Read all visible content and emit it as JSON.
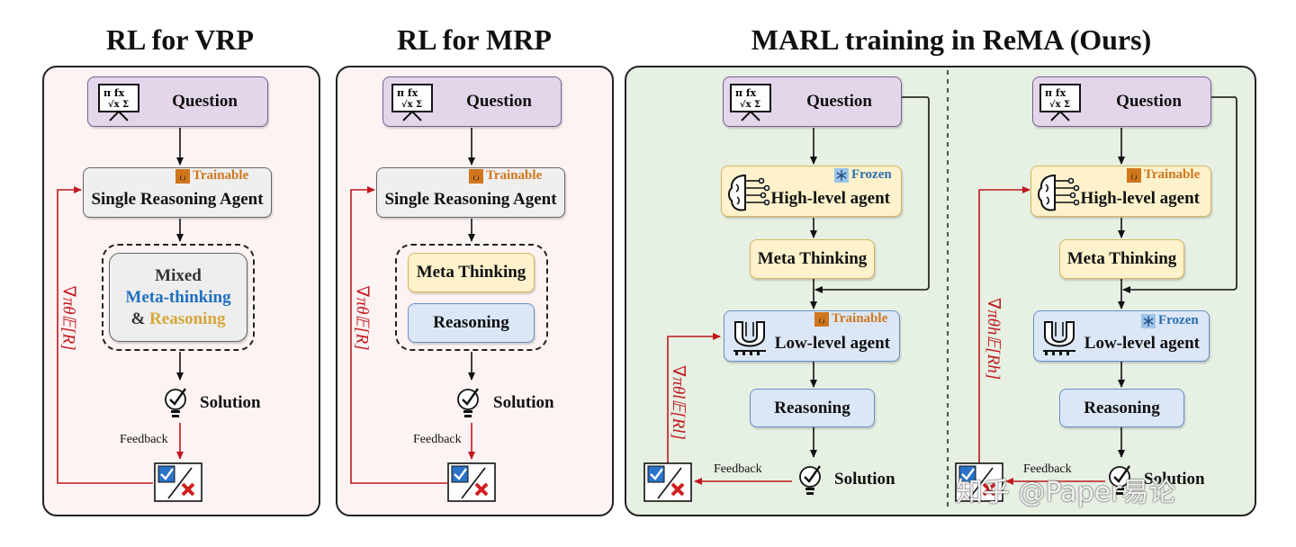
{
  "titles": {
    "vrp": "RL for VRP",
    "mrp": "RL for MRP",
    "rema": "MARL training in ReMA (Ours)"
  },
  "common": {
    "question": "Question",
    "single_agent": "Single Reasoning Agent",
    "solution": "Solution",
    "feedback": "Feedback",
    "trainable": "Trainable",
    "frozen": "Frozen",
    "meta_thinking": "Meta Thinking",
    "reasoning": "Reasoning",
    "high_level": "High-level agent",
    "low_level": "Low-level agent"
  },
  "vrp": {
    "mixed_1": "Mixed",
    "mixed_2": "Meta-thinking",
    "mixed_3a": "& ",
    "mixed_3b": "Reasoning"
  },
  "grads": {
    "vrp": "∇πθ𝔼[R]",
    "mrp": "∇πθ𝔼[R]",
    "rema_left": "∇πθl𝔼[Rl]",
    "rema_right": "∇πθh𝔼[Rh]"
  },
  "watermark": "知乎 @Paper易论",
  "colors": {
    "arrow_red": "#c0181e",
    "trainable": "#d0761c",
    "frozen": "#2a6fb0",
    "meta_blue": "#1f6fc0",
    "reason_gold": "#d4a83a"
  }
}
